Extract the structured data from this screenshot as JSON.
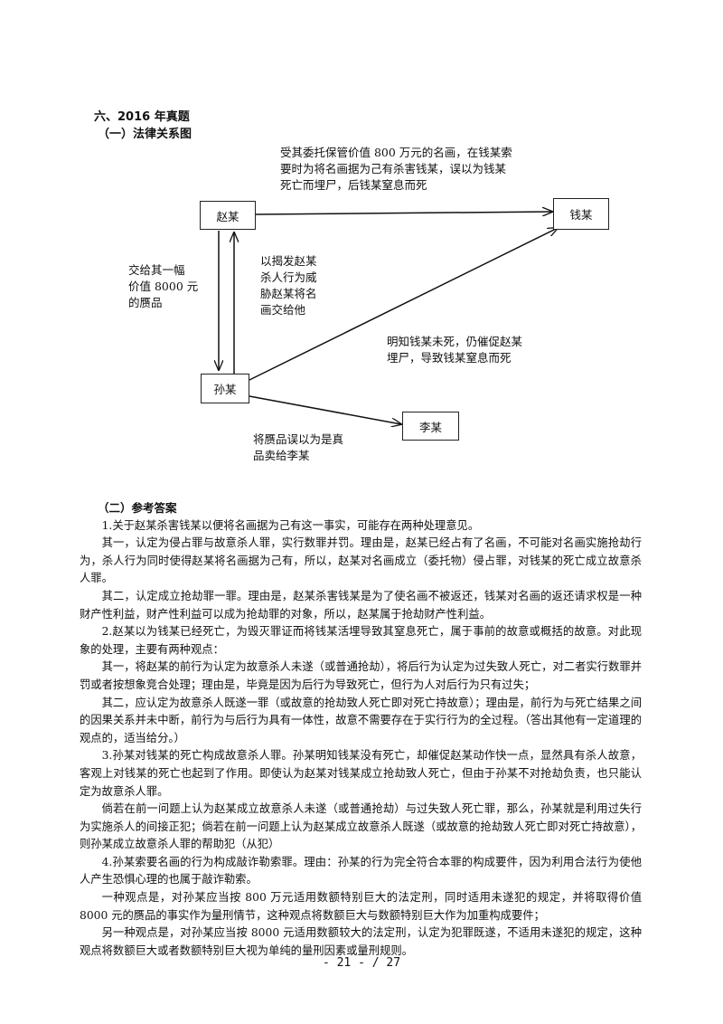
{
  "section_title": "六、2016 年真题",
  "subsection_diagram": "（一）法律关系图",
  "diagram": {
    "nodes": {
      "zhao": "赵某",
      "qian": "钱某",
      "sun": "孙某",
      "li": "李某"
    },
    "labels": {
      "zhao_to_qian": [
        "受其委托保管价值 800 万元的名画，在钱某索",
        "要时为将名画据为己有杀害钱某，误以为钱某",
        "死亡而埋尸，后钱某窒息而死"
      ],
      "zhao_to_sun": [
        "交给其一幅",
        "价值 8000 元",
        "的赝品"
      ],
      "sun_to_zhao": [
        "以揭发赵某",
        "杀人行为威",
        "胁赵某将名",
        "画交给他"
      ],
      "sun_to_qian": [
        "明知钱某未死，仍催促赵某",
        "埋尸，导致钱某窒息而死"
      ],
      "sun_to_li": [
        "将赝品误以为是真",
        "品卖给李某"
      ]
    }
  },
  "subsection_answer": "（二）参考答案",
  "paragraphs": [
    "1.关于赵某杀害钱某以便将名画据为己有这一事实，可能存在两种处理意见。",
    "其一，认定为侵占罪与故意杀人罪，实行数罪并罚。理由是，赵某已经占有了名画，不可能对名画实施抢劫行为，杀人行为同时使得赵某将名画据为己有，所以，赵某对名画成立（委托物）侵占罪，对钱某的死亡成立故意杀人罪。",
    "其二，认定成立抢劫罪一罪。理由是，赵某杀害钱某是为了使名画不被返还，钱某对名画的返还请求权是一种财产性利益，财产性利益可以成为抢劫罪的对象，所以，赵某属于抢劫财产性利益。",
    "2.赵某以为钱某已经死亡，为毁灭罪证而将钱某活埋导致其窒息死亡，属于事前的故意或概括的故意。对此现象的处理，主要有两种观点：",
    "其一，将赵某的前行为认定为故意杀人未遂（或普通抢劫），将后行为认定为过失致人死亡，对二者实行数罪并罚或者按想象竞合处理；理由是，毕竟是因为后行为导致死亡，但行为人对后行为只有过失；",
    "其二，应认定为故意杀人既遂一罪（或故意的抢劫致人死亡即对死亡持故意）；理由是，前行为与死亡结果之间的因果关系并未中断，前行为与后行为具有一体性，故意不需要存在于实行行为的全过程。（答出其他有一定道理的观点的，适当给分。）",
    "3.孙某对钱某的死亡构成故意杀人罪。孙某明知钱某没有死亡，却催促赵某动作快一点，显然具有杀人故意，客观上对钱某的死亡也起到了作用。即使认为赵某对钱某成立抢劫致人死亡，但由于孙某不对抢劫负责，也只能认定为故意杀人罪。",
    "倘若在前一问题上认为赵某成立故意杀人未遂（或普通抢劫）与过失致人死亡罪，那么，孙某就是利用过失行为实施杀人的间接正犯；倘若在前一问题上认为赵某成立故意杀人既遂（或故意的抢劫致人死亡即对死亡持故意），则孙某成立故意杀人罪的帮助犯（从犯）",
    "4.孙某索要名画的行为构成敲诈勒索罪。理由：孙某的行为完全符合本罪的构成要件，因为利用合法行为使他人产生恐惧心理的也属于敲诈勒索。",
    "一种观点是，对孙某应当按 800 万元适用数额特别巨大的法定刑，同时适用未遂犯的规定，并将取得价值 8000 元的赝品的事实作为量刑情节，这种观点将数额巨大与数额特别巨大作为加重构成要件；",
    "另一种观点是，对孙某应当按 8000 元适用数额较大的法定刑，认定为犯罪既遂，不适用未遂犯的规定，这种观点将数额巨大或者数额特别巨大视为单纯的量刑因素或量刑规则。"
  ],
  "footer": "- 21 - / 27"
}
